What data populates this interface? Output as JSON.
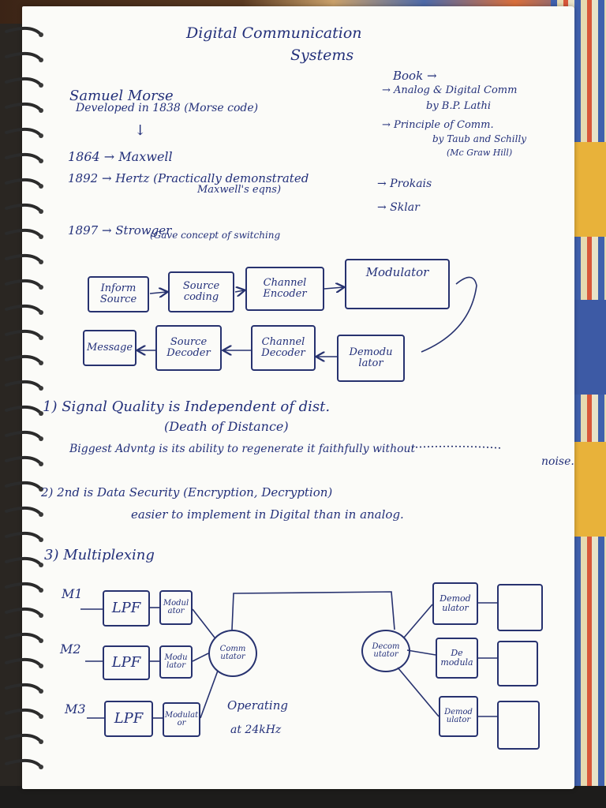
{
  "title": {
    "line1": "Digital Communication",
    "line2": "Systems"
  },
  "history": {
    "morse_name": "Samuel Morse",
    "morse_dev": "Developed in 1838 (Morse code)",
    "arrow": "↓",
    "maxwell": "1864 → Maxwell",
    "hertz": "1892 → Hertz (Practically demonstrated",
    "hertz2": "Maxwell's eqns)",
    "strowger": "1897 → Strowger",
    "strowger2": "(Gave concept of switching"
  },
  "books": {
    "heading": "Book →",
    "b1": "→ Analog & Digital Comm",
    "b1_author": "by B.P. Lathi",
    "b2": "→ Principle of Comm.",
    "b2_author": "by Taub and Schilly",
    "b2_pub": "(Mc Graw Hill)",
    "b3": "→ Prokais",
    "b4": "→ Sklar"
  },
  "block_diagram": {
    "info_source": "Inform Source",
    "source_coding": "Source coding",
    "channel_encoder": "Channel Encoder",
    "modulator": "Modulator",
    "message": "Message",
    "source_decoder": "Source Decoder",
    "channel_decoder": "Channel Decoder",
    "demodulator": "Demodu lator"
  },
  "points": {
    "p1": "1) Signal Quality is Independent of dist.",
    "p1b": "(Death of Distance)",
    "p1c": "Biggest Advntg is its ability to regenerate it faithfully without",
    "p1d": "noise.",
    "p2": "2) 2nd is Data Security (Encryption, Decryption)",
    "p2b": "easier to implement in Digital than in analog.",
    "p3": "3) Multiplexing"
  },
  "mux": {
    "m1": "M1",
    "m2": "M2",
    "m3": "M3",
    "lpf": "LPF",
    "modulator1": "Modul ator",
    "modulator2": "Modu lator",
    "modulator3": "Modulat or",
    "commutator": "Comm utator",
    "decommutator": "Decom utator",
    "demod1": "Demod ulator",
    "demod2": "De modula",
    "demod3": "Demod ulator",
    "operating": "Operating",
    "freq": "at 24kHz"
  }
}
